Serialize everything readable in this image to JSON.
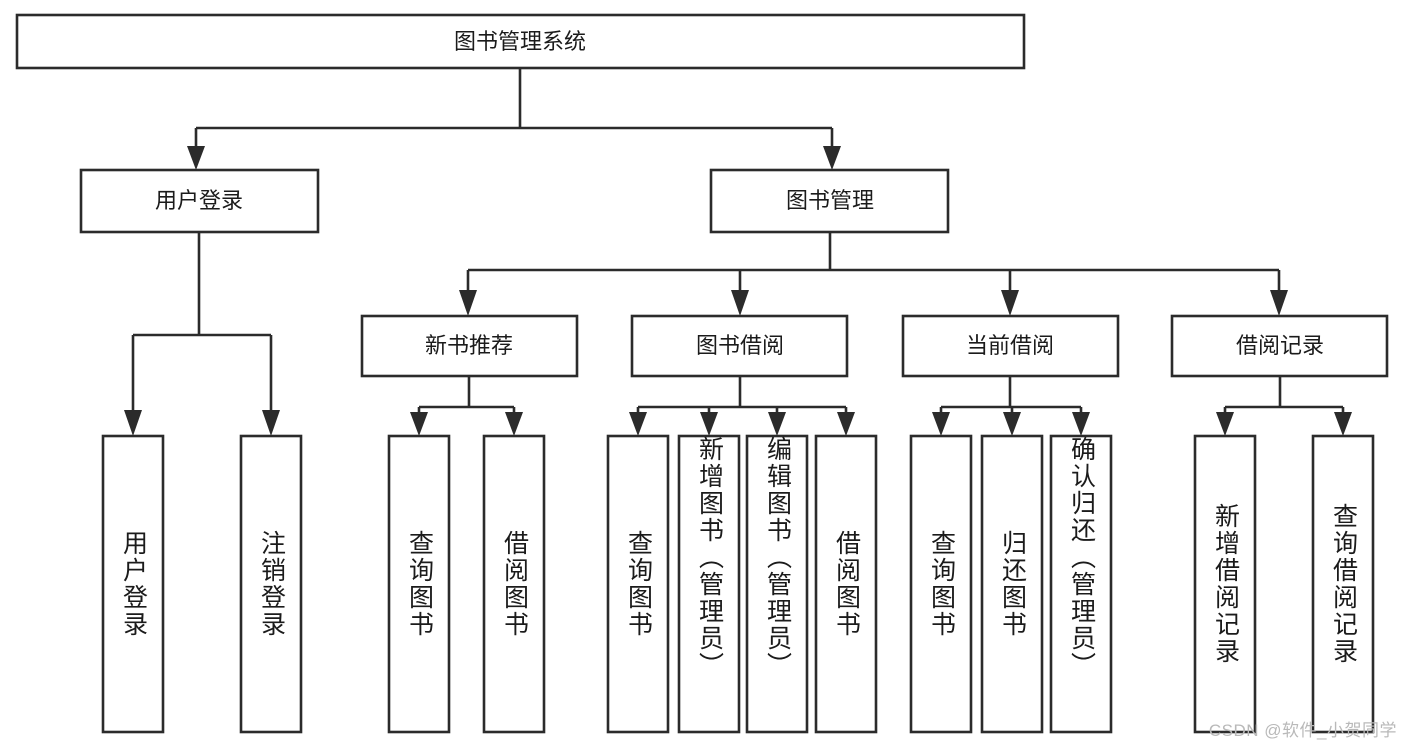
{
  "diagram": {
    "title": "图书管理系统",
    "type": "hierarchy-tree",
    "root": {
      "label": "图书管理系统"
    },
    "level2": [
      {
        "key": "user_login",
        "label": "用户登录"
      },
      {
        "key": "book_manage",
        "label": "图书管理"
      }
    ],
    "level3": [
      {
        "key": "new_book_rec",
        "label": "新书推荐"
      },
      {
        "key": "book_borrow",
        "label": "图书借阅"
      },
      {
        "key": "current_borrow",
        "label": "当前借阅"
      },
      {
        "key": "borrow_record",
        "label": "借阅记录"
      }
    ],
    "leaves": {
      "user_login": [
        "用户登录",
        "注销登录"
      ],
      "new_book_rec": [
        "查询图书",
        "借阅图书"
      ],
      "book_borrow": [
        "查询图书",
        "新增图书（管理员）",
        "编辑图书（管理员）",
        "借阅图书"
      ],
      "current_borrow": [
        "查询图书",
        "归还图书",
        "确认归还（管理员）"
      ],
      "borrow_record": [
        "新增借阅记录",
        "查询借阅记录"
      ]
    }
  },
  "colors": {
    "box_stroke": "#2b2b2b",
    "box_fill": "#ffffff",
    "text": "#1b1b1b",
    "background": "#ffffff",
    "watermark": "#b9b9b9"
  },
  "watermark": {
    "text": "CSDN @软件_小贺同学"
  }
}
